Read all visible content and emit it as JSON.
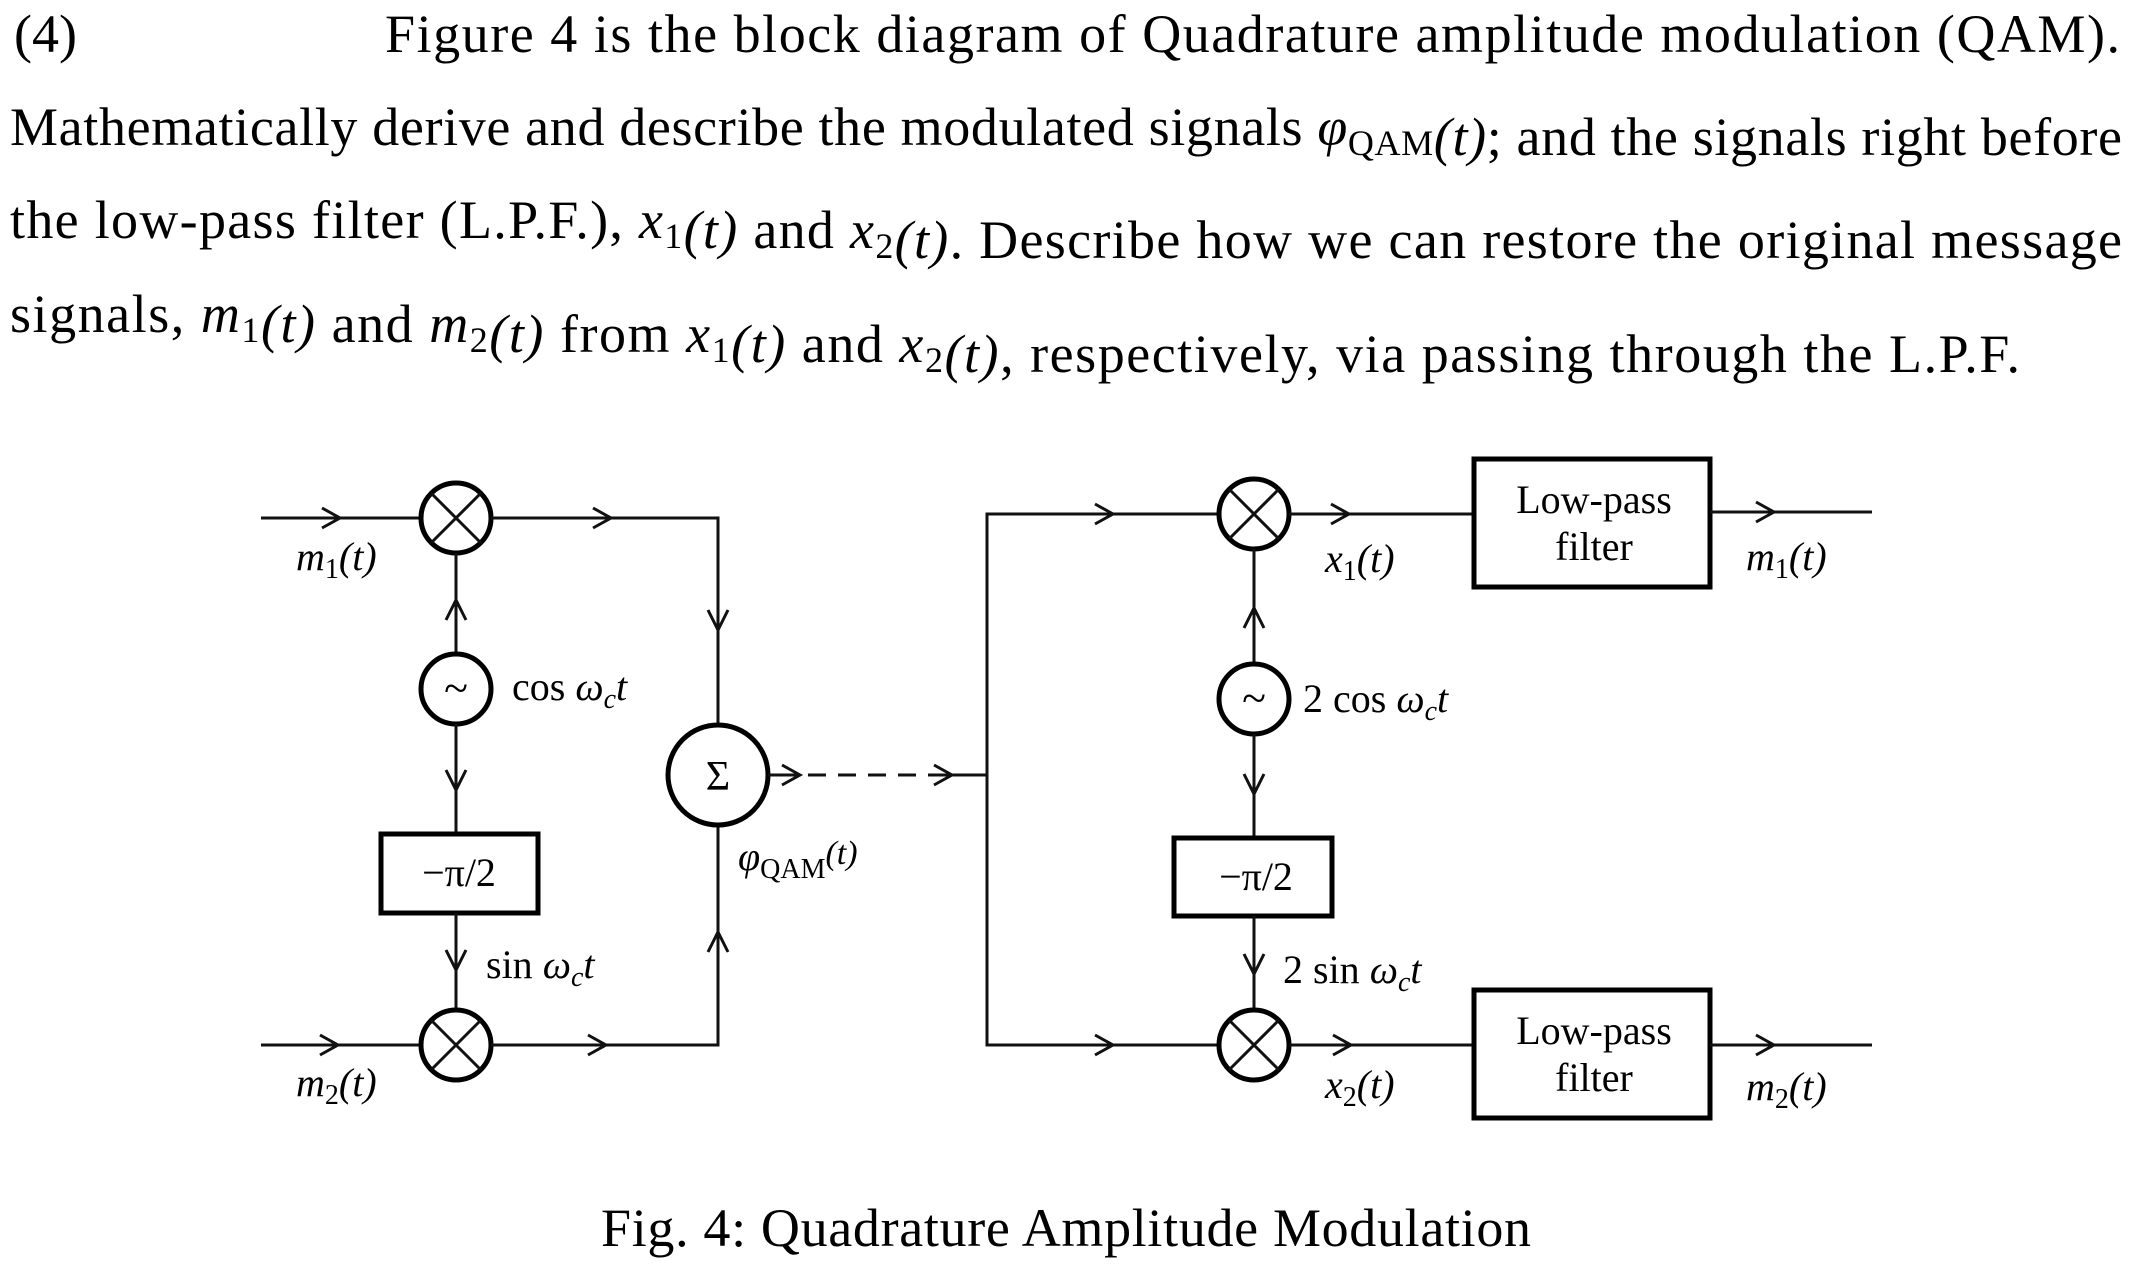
{
  "question": {
    "number": "(4)",
    "lines": [
      {
        "segments": [
          {
            "t": "Figure 4 is the block diagram of Quadrature amplitude modulation (QAM).",
            "m": false
          }
        ]
      },
      {
        "segments": [
          {
            "t": "Mathematically derive and describe the modulated signals ",
            "m": false
          },
          {
            "t": "φ",
            "m": true,
            "sub": "QAM"
          },
          {
            "t": "(t)",
            "m": true
          },
          {
            "t": "; and the signals right before",
            "m": false
          }
        ]
      },
      {
        "segments": [
          {
            "t": "the low-pass filter (L.P.F.), ",
            "m": false
          },
          {
            "t": "x",
            "m": true,
            "sub": "1"
          },
          {
            "t": "(t)",
            "m": true
          },
          {
            "t": " and ",
            "m": false
          },
          {
            "t": "x",
            "m": true,
            "sub": "2"
          },
          {
            "t": "(t)",
            "m": true
          },
          {
            "t": ". Describe how we can restore the original message",
            "m": false
          }
        ]
      },
      {
        "segments": [
          {
            "t": "signals, ",
            "m": false
          },
          {
            "t": "m",
            "m": true,
            "sub": "1"
          },
          {
            "t": "(t)",
            "m": true
          },
          {
            "t": " and ",
            "m": false
          },
          {
            "t": "m",
            "m": true,
            "sub": "2"
          },
          {
            "t": "(t)",
            "m": true
          },
          {
            "t": " from ",
            "m": false
          },
          {
            "t": "x",
            "m": true,
            "sub": "1"
          },
          {
            "t": "(t)",
            "m": true
          },
          {
            "t": " and ",
            "m": false
          },
          {
            "t": "x",
            "m": true,
            "sub": "2"
          },
          {
            "t": "(t)",
            "m": true
          },
          {
            "t": ", respectively, via passing through the L.P.F.",
            "m": false
          }
        ]
      }
    ]
  },
  "diagram": {
    "modulator": {
      "input1": {
        "base": "m",
        "sub": "1",
        "arg": "(t)"
      },
      "input2": {
        "base": "m",
        "sub": "2",
        "arg": "(t)"
      },
      "oscillator_symbol": "~",
      "oscillator_label": {
        "pre": "cos ",
        "w": "ω",
        "sub": "c",
        "t": "t"
      },
      "phase_shift": "−π/2",
      "sin_label": {
        "pre": "sin ",
        "w": "ω",
        "sub": "c",
        "t": "t"
      },
      "summer_symbol": "Σ",
      "output_label": {
        "base": "φ",
        "sub": "QAM",
        "arg": "(t)"
      }
    },
    "demodulator": {
      "x1_label": {
        "base": "x",
        "sub": "1",
        "arg": "(t)"
      },
      "x2_label": {
        "base": "x",
        "sub": "2",
        "arg": "(t)"
      },
      "oscillator_symbol": "~",
      "oscillator_label": {
        "pre": "2 cos ",
        "w": "ω",
        "sub": "c",
        "t": "t"
      },
      "phase_shift": "−π/2",
      "sin_label": {
        "pre": "2 sin ",
        "w": "ω",
        "sub": "c",
        "t": "t"
      },
      "lpf_top": {
        "line1": "Low-pass",
        "line2": "filter"
      },
      "lpf_bottom": {
        "line1": "Low-pass",
        "line2": "filter"
      },
      "output1": {
        "base": "m",
        "sub": "1",
        "arg": "(t)"
      },
      "output2": {
        "base": "m",
        "sub": "2",
        "arg": "(t)"
      }
    }
  },
  "caption": "Fig. 4: Quadrature Amplitude Modulation"
}
